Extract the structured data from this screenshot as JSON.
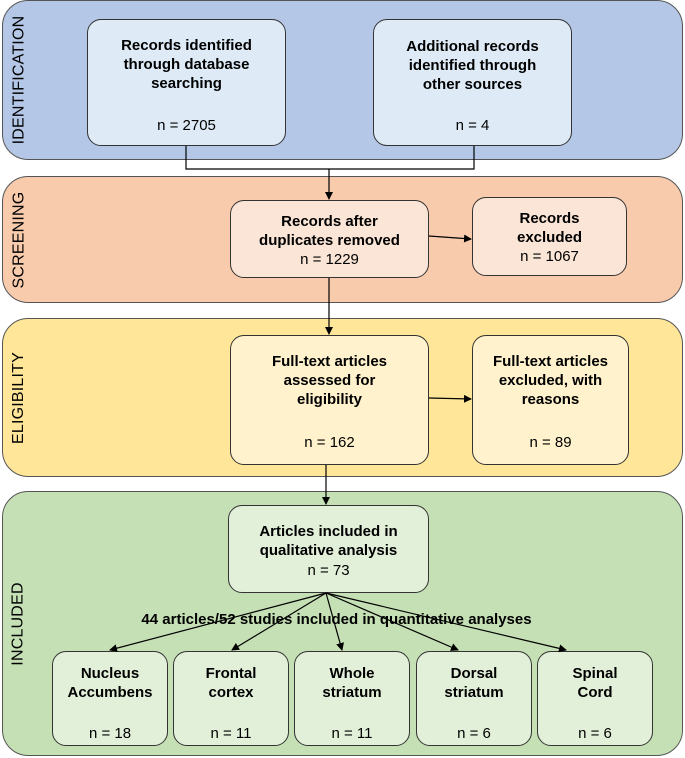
{
  "colors": {
    "identification": "#b4c7e7",
    "screening": "#f8cbad",
    "eligibility": "#ffe699",
    "included": "#c5e0b4",
    "identification_box": "#deebf7",
    "screening_box": "#fbe5d6",
    "eligibility_box": "#fff2cc",
    "included_box": "#e2f0d9"
  },
  "stages": {
    "identification": "IDENTIFICATION",
    "screening": "SCREENING",
    "eligibility": "ELIGIBILITY",
    "included": "INCLUDED"
  },
  "boxes": {
    "db_records": {
      "title": "Records identified\nthrough database\nsearching",
      "count": "n = 2705"
    },
    "other_records": {
      "title": "Additional records\nidentified through\nother sources",
      "count": "n = 4"
    },
    "after_duplicates": {
      "title": "Records after\nduplicates removed",
      "count": "n = 1229"
    },
    "records_excluded": {
      "title": "Records\nexcluded",
      "count": "n = 1067"
    },
    "fulltext_assessed": {
      "title": "Full-text articles\nassessed for\neligibility",
      "count": "n = 162"
    },
    "fulltext_excluded": {
      "title": "Full-text articles\nexcluded, with\nreasons",
      "count": "n = 89"
    },
    "qualitative": {
      "title": "Articles included in\nqualitative analysis",
      "count": "n = 73"
    }
  },
  "quantitative_label": "44 articles/52 studies included in quantitative analyses",
  "regions": [
    {
      "title": "Nucleus\nAccumbens",
      "count": "n = 18"
    },
    {
      "title": "Frontal\ncortex",
      "count": "n = 11"
    },
    {
      "title": "Whole\nstriatum",
      "count": "n = 11"
    },
    {
      "title": "Dorsal\nstriatum",
      "count": "n = 6"
    },
    {
      "title": "Spinal\nCord",
      "count": "n = 6"
    }
  ]
}
